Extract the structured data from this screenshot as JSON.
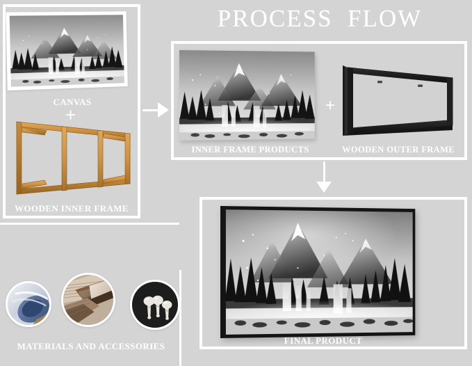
{
  "page": {
    "title": "PROCESS  FLOW",
    "background_color": "#d4d4d4",
    "outline_color": "#ffffff",
    "text_color": "#ffffff"
  },
  "steps": {
    "canvas": {
      "label": "CANVAS",
      "icon": "canvas-print-icon"
    },
    "wooden_inner_frame": {
      "label": "WOODEN INNER FRAME",
      "icon": "wooden-stretcher-bars-icon",
      "color": "#c8913f"
    },
    "inner_frame_products": {
      "label": "INNER FRAME PRODUCTS",
      "icon": "stretched-canvas-icon"
    },
    "wooden_outer_frame": {
      "label": "WOODEN OUTER FRAME",
      "icon": "black-empty-frame-icon",
      "color": "#141414"
    },
    "final_product": {
      "label": "FINAL PRODUCT",
      "icon": "framed-artwork-icon"
    }
  },
  "operators": {
    "plus_left": "+",
    "plus_middle": "+"
  },
  "arrows": {
    "left_to_middle": "arrow-right-icon",
    "middle_to_final": "arrow-down-icon"
  },
  "materials": {
    "label": "MATERIALS AND ACCESSORIES",
    "items": [
      {
        "name": "rolled-canvas-roll",
        "accent": "#46618e"
      },
      {
        "name": "wooden-bars-bundle",
        "accent": "#8c6f52"
      },
      {
        "name": "plastic-wall-hooks",
        "accent": "#1c1c1c"
      }
    ]
  },
  "artwork": {
    "subject": "black-and-white-mountain-waterfall-painting",
    "palette": {
      "sky": "#e8e8e8",
      "mist": "#cfcfcf",
      "mountain": "#7d7d7d",
      "forest": "#1e1e1e",
      "water": "#f2f2f2"
    }
  }
}
